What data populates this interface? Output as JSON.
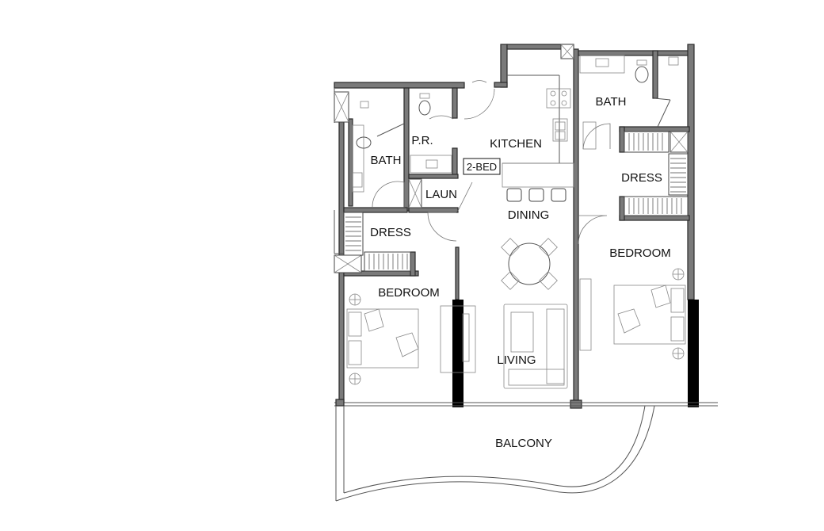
{
  "plan": {
    "tag": "2-BED",
    "rooms": {
      "kitchen": "KITCHEN",
      "bath_left": "BATH",
      "bath_right": "BATH",
      "powder_room": "P.R.",
      "laundry": "LAUN",
      "dining": "DINING",
      "dress_left": "DRESS",
      "dress_right": "DRESS",
      "bedroom_left": "BEDROOM",
      "bedroom_right": "BEDROOM",
      "living": "LIVING",
      "balcony": "BALCONY"
    }
  }
}
